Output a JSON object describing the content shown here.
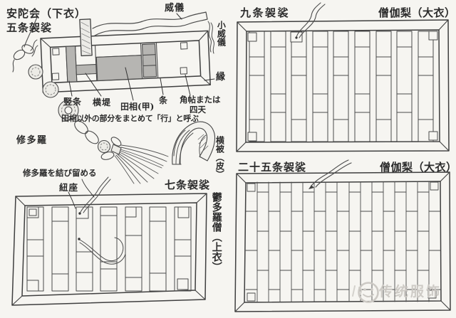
{
  "figures": {
    "gojo": {
      "title_line1": "安陀会（下衣）",
      "title_line2": "五条袈裟",
      "labels": {
        "igi": "威儀",
        "sho_igi": "小威儀",
        "heri": "縁",
        "tatejo": "竪条",
        "yokotsutsumi": "横堤",
        "denso": "田相(甲)",
        "jo": "条",
        "kakucho_line1": "角帖または",
        "kakucho_line2": "四天",
        "caption": "田相以外の部分をまとめて「行」と呼ぶ"
      }
    },
    "shichijo": {
      "title": "七条袈裟",
      "side_title": "鬱多羅僧（上衣）",
      "labels": {
        "tie_note": "修多羅を結び留める",
        "himoza": "紐座"
      }
    },
    "kujo": {
      "title": "九条袈裟",
      "subtitle": "僧伽梨（大衣）"
    },
    "nijugojo": {
      "title": "二十五条袈裟",
      "subtitle": "僧伽梨（大衣）"
    }
  },
  "misc": {
    "shutara": "修多羅",
    "ohi": "横被（皮）"
  },
  "watermark": {
    "text": "传统服饰"
  },
  "colors": {
    "paper": "#f6f5f1",
    "ink": "#3f3f3f",
    "panel_gray": "#b6b5b2",
    "watermark_gray": "#ccc9c4"
  }
}
